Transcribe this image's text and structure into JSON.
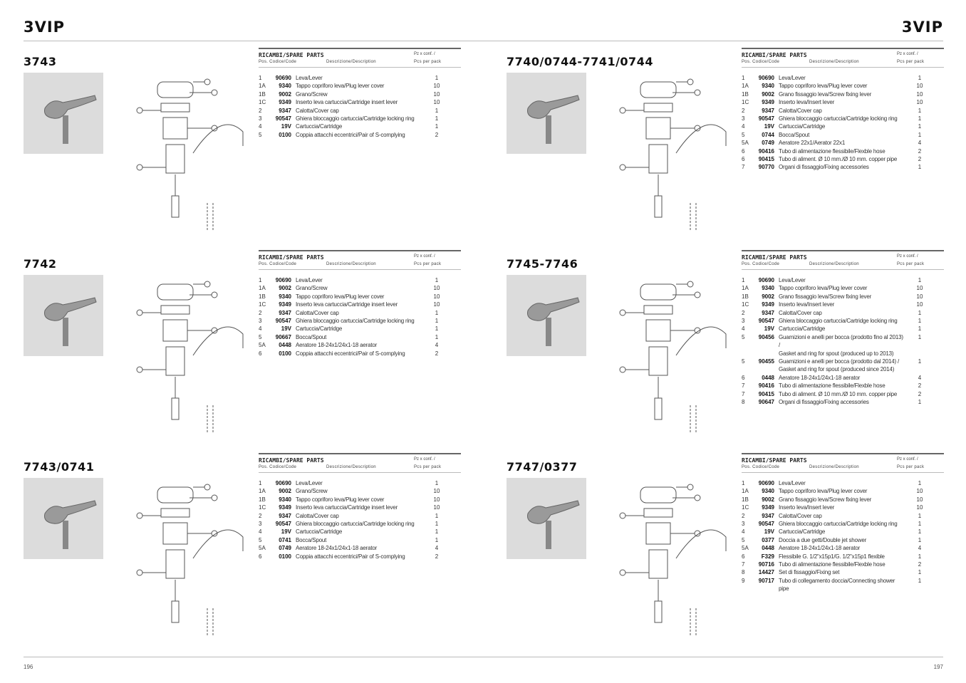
{
  "header": {
    "brand_left": "3VIP",
    "brand_right": "3VIP"
  },
  "footer": {
    "page_left": "196",
    "page_right": "197"
  },
  "table_header": {
    "title": "RICAMBI/SPARE PARTS",
    "qty_label": "Pz x conf. /",
    "pos_code": "Pos. Codice/Code",
    "description": "Descrizione/Description",
    "qty_sub": "Pcs per pack"
  },
  "products": [
    {
      "title": "3743",
      "parts": [
        [
          "1",
          "90690",
          "Leva/Lever",
          "1"
        ],
        [
          "1A",
          "9340",
          "Tappo copriforo leva/Plug lever cover",
          "10"
        ],
        [
          "1B",
          "9002",
          "Grano/Screw",
          "10"
        ],
        [
          "1C",
          "9349",
          "Inserto leva cartuccia/Cartridge insert lever",
          "10"
        ],
        [
          "2",
          "9347",
          "Calotta/Cover cap",
          "1"
        ],
        [
          "3",
          "90547",
          "Ghiera bloccaggio cartuccia/Cartridge locking ring",
          "1"
        ],
        [
          "4",
          "19V",
          "Cartuccia/Cartridge",
          "1"
        ],
        [
          "5",
          "0100",
          "Coppia attacchi eccentrici/Pair of S-complying",
          "2"
        ]
      ]
    },
    {
      "title": "7740/0744-7741/0744",
      "parts": [
        [
          "1",
          "90690",
          "Leva/Lever",
          "1"
        ],
        [
          "1A",
          "9340",
          "Tappo copriforo leva/Plug lever cover",
          "10"
        ],
        [
          "1B",
          "9002",
          "Grano fissaggio leva/Screw fixing lever",
          "10"
        ],
        [
          "1C",
          "9349",
          "Inserto leva/Insert lever",
          "10"
        ],
        [
          "2",
          "9347",
          "Calotta/Cover cap",
          "1"
        ],
        [
          "3",
          "90547",
          "Ghiera bloccaggio cartuccia/Cartridge locking ring",
          "1"
        ],
        [
          "4",
          "19V",
          "Cartuccia/Cartridge",
          "1"
        ],
        [
          "5",
          "0744",
          "Bocca/Spout",
          "1"
        ],
        [
          "5A",
          "0749",
          "Aeratore 22x1/Aerator 22x1",
          "4"
        ],
        [
          "6",
          "90416",
          "Tubo di alimentazione  flessibile/Flexble hose",
          "2"
        ],
        [
          "6",
          "90415",
          "Tubo di aliment. Ø 10 mm./Ø 10 mm. copper pipe",
          "2"
        ],
        [
          "7",
          "90770",
          "Organi di fissaggio/Fixing accessories",
          "1"
        ]
      ]
    },
    {
      "title": "7742",
      "parts": [
        [
          "1",
          "90690",
          "Leva/Lever",
          "1"
        ],
        [
          "1A",
          "9002",
          "Grano/Screw",
          "10"
        ],
        [
          "1B",
          "9340",
          "Tappo copriforo leva/Plug lever cover",
          "10"
        ],
        [
          "1C",
          "9349",
          "Inserto leva cartuccia/Cartridge insert lever",
          "10"
        ],
        [
          "2",
          "9347",
          "Calotta/Cover cap",
          "1"
        ],
        [
          "3",
          "90547",
          "Ghiera bloccaggio cartuccia/Cartridge locking ring",
          "1"
        ],
        [
          "4",
          "19V",
          "Cartuccia/Cartridge",
          "1"
        ],
        [
          "5",
          "90667",
          "Bocca/Spout",
          "1"
        ],
        [
          "5A",
          "0448",
          "Aeratore 18-24x1/24x1-18 aerator",
          "4"
        ],
        [
          "6",
          "0100",
          "Coppia attacchi eccentrici/Pair of S-complying",
          "2"
        ]
      ]
    },
    {
      "title": "7745-7746",
      "parts": [
        [
          "1",
          "90690",
          "Leva/Lever",
          "1"
        ],
        [
          "1A",
          "9340",
          "Tappo copriforo leva/Plug lever cover",
          "10"
        ],
        [
          "1B",
          "9002",
          "Grano fissaggio leva/Screw fixing lever",
          "10"
        ],
        [
          "1C",
          "9349",
          "Inserto leva/Insert lever",
          "10"
        ],
        [
          "2",
          "9347",
          "Calotta/Cover cap",
          "1"
        ],
        [
          "3",
          "90547",
          "Ghiera bloccaggio cartuccia/Cartridge locking ring",
          "1"
        ],
        [
          "4",
          "19V",
          "Cartuccia/Cartridge",
          "1"
        ],
        [
          "5",
          "90456",
          "Guamizioni e anelli per bocca (prodotto fino al 2013) /",
          "1"
        ],
        [
          "",
          "",
          "Gasket and ring for spout (produced up to 2013)",
          ""
        ],
        [
          "5",
          "90455",
          "Guamizioni e anelli per bocca (prodotto dal 2014) /",
          "1"
        ],
        [
          "",
          "",
          "Gasket and ring for spout (produced since 2014)",
          ""
        ],
        [
          "6",
          "0448",
          "Aeratore 18-24x1/24x1-18 aerator",
          "4"
        ],
        [
          "7",
          "90416",
          "Tubo di alimentazione  flessibile/Flexble hose",
          "2"
        ],
        [
          "7",
          "90415",
          "Tubo di aliment. Ø 10 mm./Ø 10 mm. copper pipe",
          "2"
        ],
        [
          "8",
          "90647",
          "Organi di fissaggio/Fixing accessories",
          "1"
        ]
      ]
    },
    {
      "title": "7743/0741",
      "parts": [
        [
          "1",
          "90690",
          "Leva/Lever",
          "1"
        ],
        [
          "1A",
          "9002",
          "Grano/Screw",
          "10"
        ],
        [
          "1B",
          "9340",
          "Tappo copriforo leva/Plug lever cover",
          "10"
        ],
        [
          "1C",
          "9349",
          "Inserto leva cartuccia/Cartridge insert lever",
          "10"
        ],
        [
          "2",
          "9347",
          "Calotta/Cover cap",
          "1"
        ],
        [
          "3",
          "90547",
          "Ghiera bloccaggio cartuccia/Cartridge locking ring",
          "1"
        ],
        [
          "4",
          "19V",
          "Cartuccia/Cartridge",
          "1"
        ],
        [
          "5",
          "0741",
          "Bocca/Spout",
          "1"
        ],
        [
          "5A",
          "0749",
          "Aeratore 18-24x1/24x1-18 aerator",
          "4"
        ],
        [
          "6",
          "0100",
          "Coppia attacchi eccentrici/Pair of S-complying",
          "2"
        ]
      ]
    },
    {
      "title": "7747/0377",
      "parts": [
        [
          "1",
          "90690",
          "Leva/Lever",
          "1"
        ],
        [
          "1A",
          "9340",
          "Tappo copriforo leva/Plug lever cover",
          "10"
        ],
        [
          "1B",
          "9002",
          "Grano fissaggio leva/Screw fixing lever",
          "10"
        ],
        [
          "1C",
          "9349",
          "Inserto leva/Insert lever",
          "10"
        ],
        [
          "2",
          "9347",
          "Calotta/Cover cap",
          "1"
        ],
        [
          "3",
          "90547",
          "Ghiera bloccaggio cartuccia/Cartridge locking ring",
          "1"
        ],
        [
          "4",
          "19V",
          "Cartuccia/Cartridge",
          "1"
        ],
        [
          "5",
          "0377",
          "Doccia a due getti/Double jet shower",
          "1"
        ],
        [
          "5A",
          "0448",
          "Aeratore 18-24x1/24x1-18 aerator",
          "4"
        ],
        [
          "6",
          "F329",
          "Flessibile G. 1/2\"x15p1/G. 1/2\"x15p1 flexible",
          "1"
        ],
        [
          "7",
          "90716",
          "Tubo di alimentazione  flessibile/Flexble hose",
          "2"
        ],
        [
          "8",
          "14427",
          "Set di fissaggio/Fixing set",
          "1"
        ],
        [
          "9",
          "90717",
          "Tubo di collegamento doccia/Connecting shower pipe",
          "1"
        ]
      ]
    }
  ]
}
